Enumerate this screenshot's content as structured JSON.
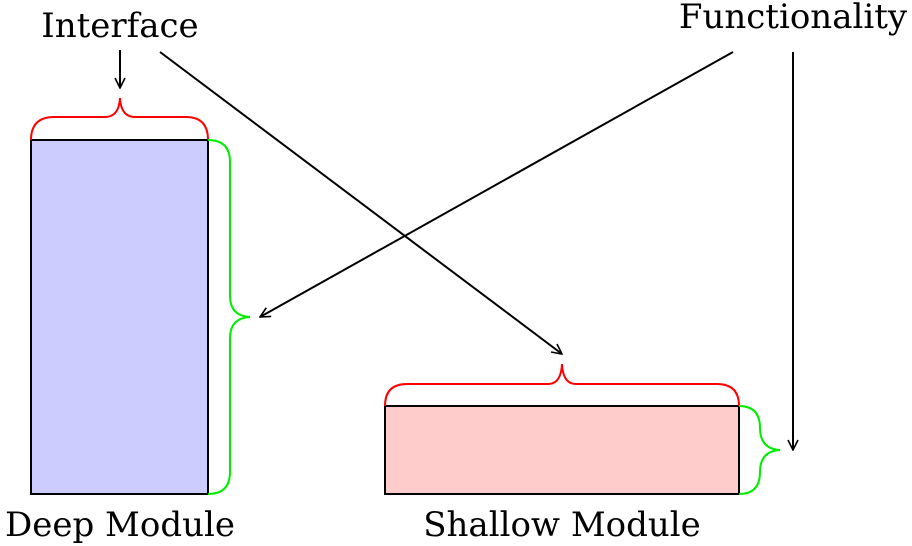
{
  "labels": {
    "interface": "Interface",
    "functionality": "Functionality",
    "deep_module": "Deep Module",
    "shallow_module": "Shallow Module"
  },
  "colors": {
    "deep_fill": "#ccccff",
    "shallow_fill": "#ffcccc",
    "interface_brace": "#ff0000",
    "functionality_brace": "#00ee00",
    "arrow": "#000000"
  }
}
